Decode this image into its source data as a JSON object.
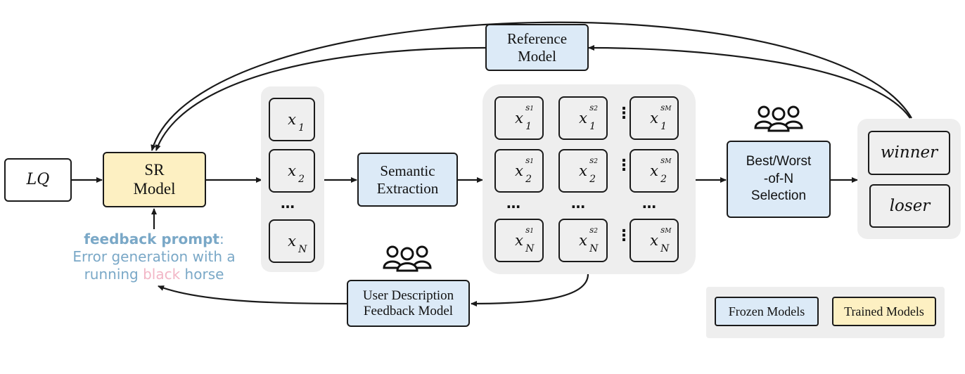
{
  "nodes": {
    "lq": "LQ",
    "sr_model_line1": "SR",
    "sr_model_line2": "Model",
    "reference_line1": "Reference",
    "reference_line2": "Model",
    "semantic_line1": "Semantic",
    "semantic_line2": "Extraction",
    "selection_line1": "Best/Worst",
    "selection_line2": "-of-N",
    "selection_line3": "Selection",
    "winner": "winner",
    "loser": "loser",
    "feedback_line1": "User Description",
    "feedback_line2": "Feedback Model"
  },
  "samples": {
    "symbol": "x",
    "subscripts": [
      "1",
      "2",
      "N"
    ],
    "ellipsis": "…"
  },
  "semantic_grid": {
    "symbol": "x",
    "rows": [
      "1",
      "2",
      "N"
    ],
    "columns": [
      "1",
      "2",
      "M"
    ],
    "sup_symbol": "s",
    "ellipsis": "…",
    "vertical_ellipsis": "⋮"
  },
  "feedback_prompt": {
    "label": "feedback prompt",
    "colon": ":",
    "line2": "Error generation with a",
    "line3_pre": "running ",
    "line3_highlight": "black",
    "line3_post": " horse"
  },
  "legend": {
    "frozen": "Frozen Models",
    "trained": "Trained Models"
  },
  "icons": [
    "users-group-icon",
    "users-group-icon"
  ],
  "colors": {
    "frozen": "#dceaf7",
    "trained": "#fdf0c2",
    "prompt_text": "#7aa8c7",
    "prompt_highlight": "#f2b6c6",
    "panel": "#eeeeee"
  }
}
